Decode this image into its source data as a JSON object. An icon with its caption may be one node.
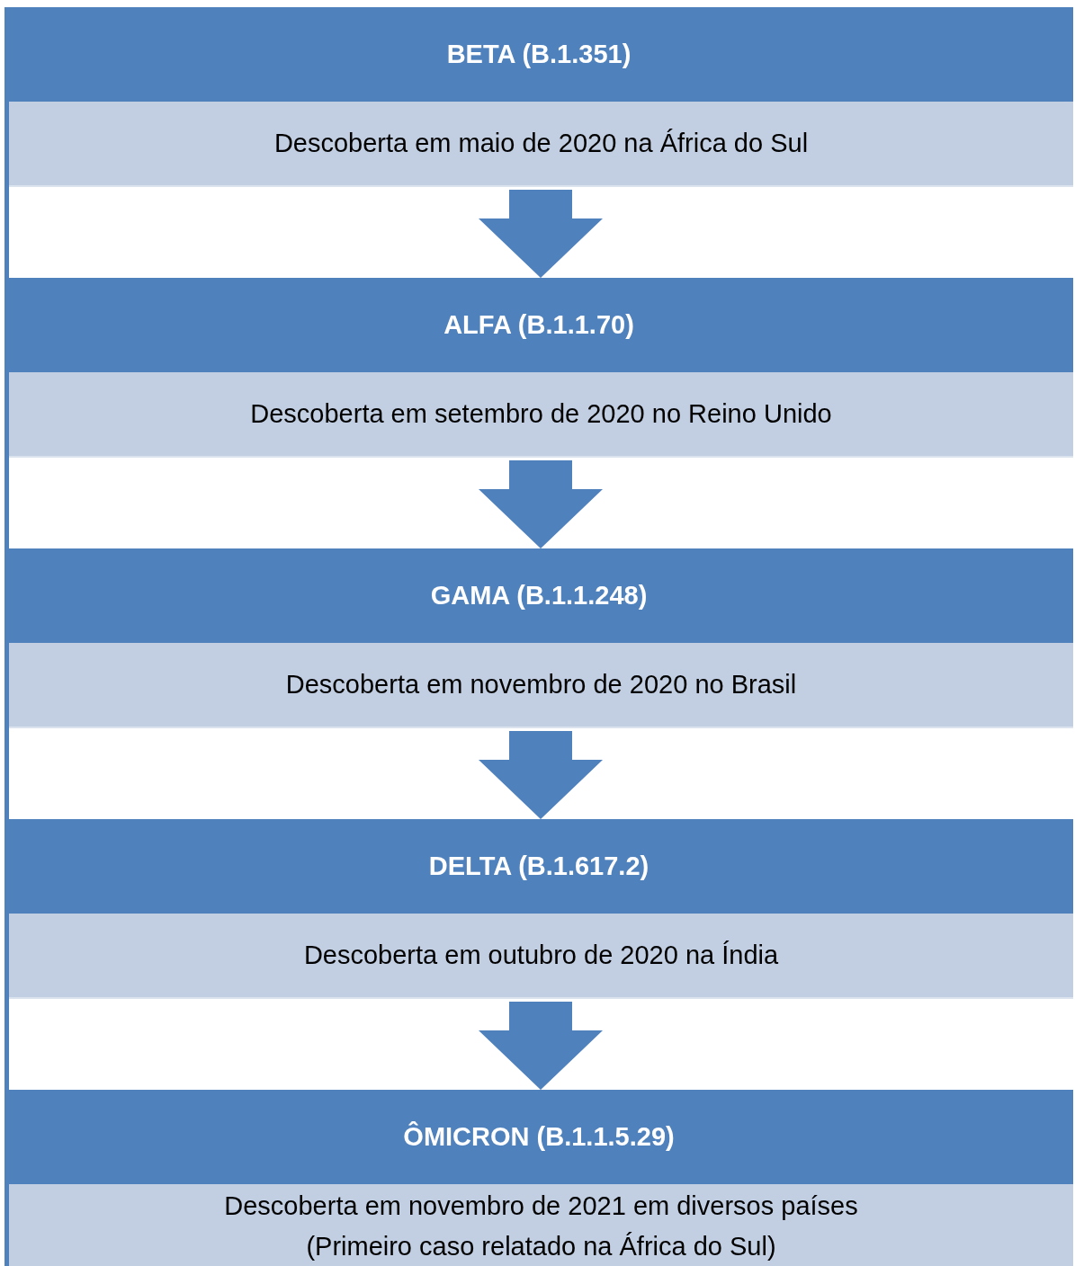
{
  "diagram": {
    "nodes": [
      {
        "text": [
          "BETA (B.1.351)",
          "Descoberta em maio de 2020 na África do Sul"
        ]
      },
      {
        "text": [
          "ALFA (B.1.1.70)",
          "Descoberta em setembro de 2020 no Reino Unido"
        ]
      },
      {
        "text": [
          "GAMA (B.1.1.248)",
          "Descoberta em novembro de 2020 no Brasil"
        ]
      },
      {
        "text": [
          "DELTA (B.1.617.2)",
          "Descoberta em outubro de 2020 na Índia"
        ]
      },
      {
        "text": [
          "ÔMICRON (B.1.1.5.29)",
          "Descoberta em novembro de 2021 em diversos países (Primeiro caso relatado na África do Sul)"
        ]
      }
    ],
    "edges": [
      {
        "from": 0,
        "to": 1,
        "arrow": "to"
      },
      {
        "from": 1,
        "to": 2,
        "arrow": "to"
      },
      {
        "from": 2,
        "to": 3,
        "arrow": "to"
      },
      {
        "from": 3,
        "to": 4,
        "arrow": "to"
      }
    ]
  }
}
